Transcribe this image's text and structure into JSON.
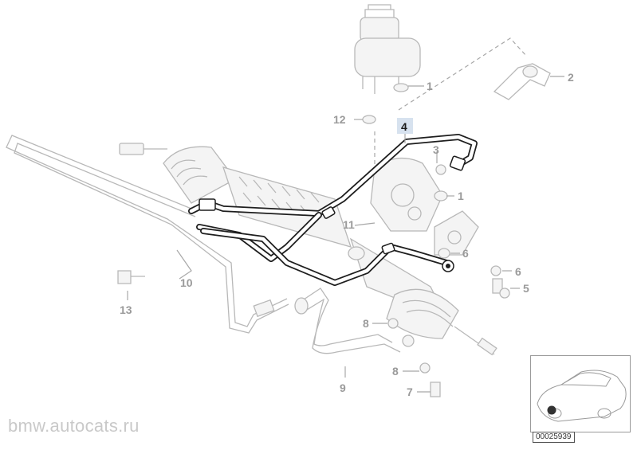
{
  "part_numbers": {
    "p1a": "1",
    "p1b": "1",
    "p2": "2",
    "p3": "3",
    "p4": "4",
    "p5": "5",
    "p6a": "6",
    "p6b": "6",
    "p7": "7",
    "p8a": "8",
    "p8b": "8",
    "p9": "9",
    "p10": "10",
    "p11": "11",
    "p12": "12",
    "p13": "13"
  },
  "highlighted_part": "4",
  "reference_code": "00025939",
  "watermark": "bmw.autocats.ru",
  "colors": {
    "highlight_badge": "#d7e2ef",
    "hose": "#1e1e1e",
    "faded_parts": "#b8b8b8"
  }
}
